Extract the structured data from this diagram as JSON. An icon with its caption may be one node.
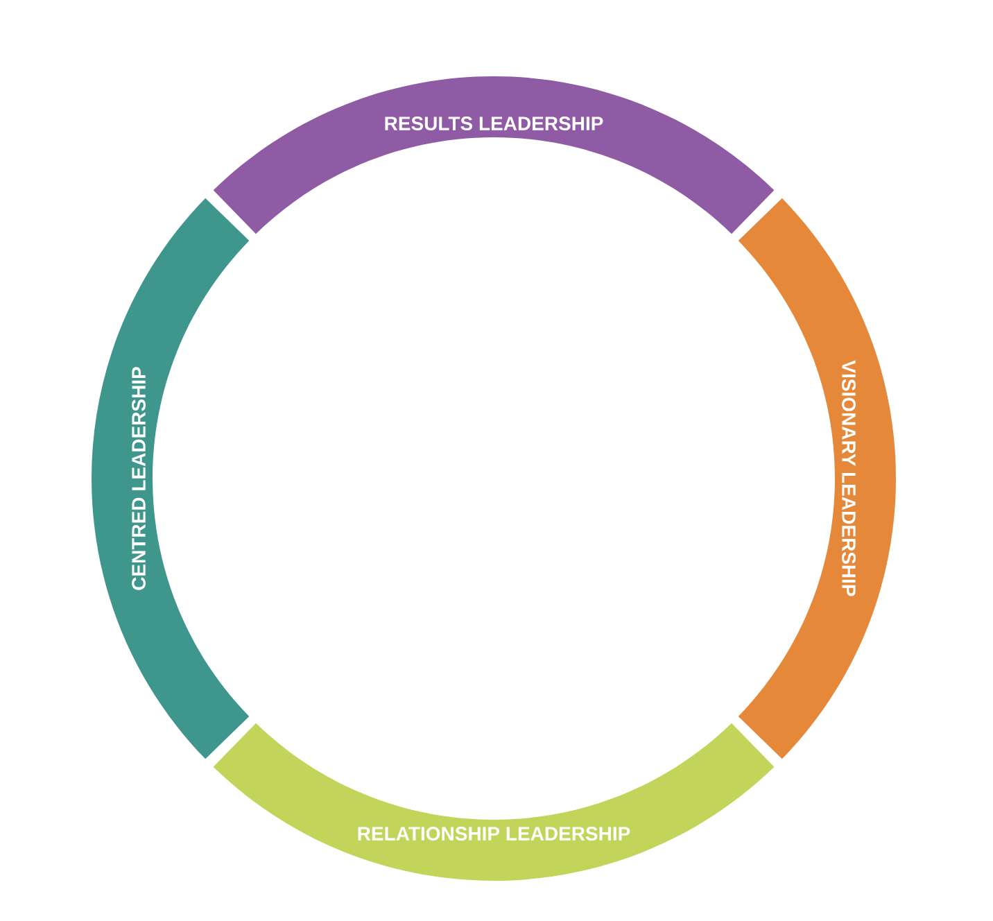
{
  "diagram": {
    "nodes": [
      {
        "text": [
          "RESULTS LEADERSHIP"
        ]
      },
      {
        "text": [
          "VISIONARY LEADERSHIP"
        ]
      },
      {
        "text": [
          "RELATIONSHIP LEADERSHIP"
        ]
      },
      {
        "text": [
          "CENTRED LEADERSHIP"
        ]
      }
    ]
  }
}
